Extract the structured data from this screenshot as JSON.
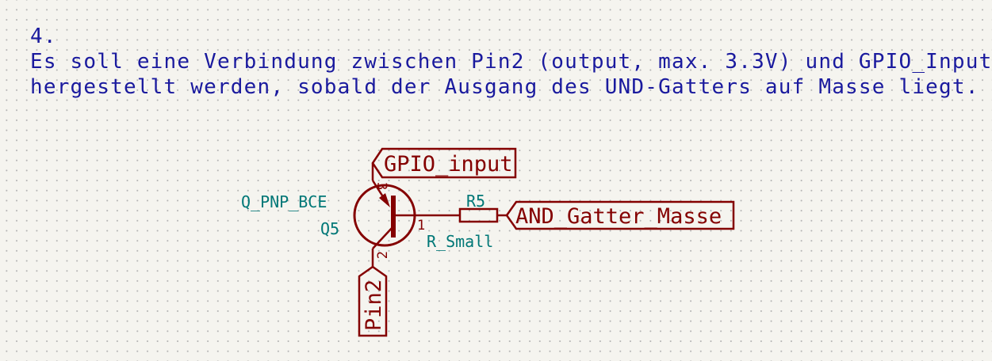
{
  "note": {
    "line1": "4.",
    "line2": "Es soll eine Verbindung zwischen Pin2 (output, max. 3.3V) und GPIO_Input",
    "line3": "hergestellt werden, sobald der Ausgang des UND-Gatters auf Masse liegt."
  },
  "transistor": {
    "symbol": "Q_PNP_BCE",
    "ref": "Q5",
    "pins": {
      "emitter": "3",
      "base": "1",
      "collector": "2"
    }
  },
  "resistor": {
    "ref": "R5",
    "value": "R_Small"
  },
  "labels": {
    "gpio": "GPIO_input",
    "and_gate": "AND_Gatter_Masse",
    "pin2": "Pin2"
  },
  "colors": {
    "text_note": "#1a1a9e",
    "wire": "#840000",
    "reference": "#007777",
    "background": "#f5f4ef"
  }
}
